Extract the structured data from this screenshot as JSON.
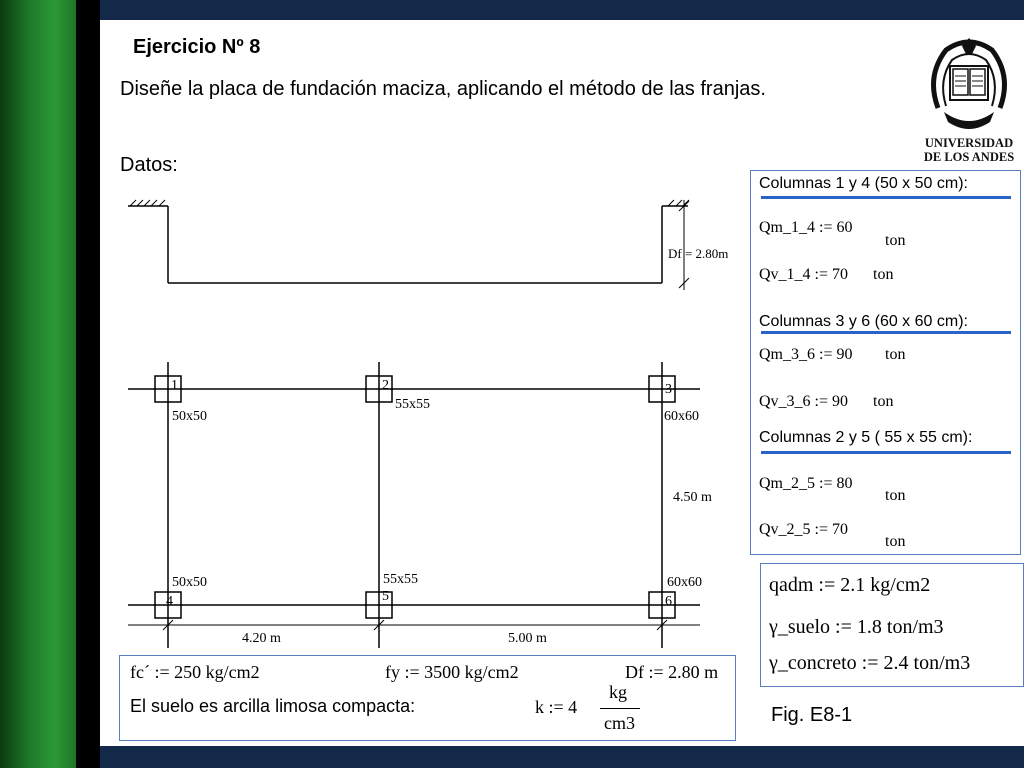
{
  "slide": {
    "title": "Ejercicio Nº 8",
    "description": "Diseñe la placa de fundación maciza, aplicando el método de las franjas.",
    "datos_label": "Datos:",
    "figure_caption": "Fig. E8-1"
  },
  "logo": {
    "line1": "UNIVERSIDAD",
    "line2": "DE LOS ANDES"
  },
  "section": {
    "df_label": "Df = 2.80m"
  },
  "plan": {
    "columns": [
      {
        "number": "1",
        "size": "50x50"
      },
      {
        "number": "2",
        "size": "55x55"
      },
      {
        "number": "3",
        "size": "60x60"
      },
      {
        "number": "4",
        "size": "50x50"
      },
      {
        "number": "5",
        "size": "55x55"
      },
      {
        "number": "6",
        "size": "60x60"
      }
    ],
    "dim_vertical": "4.50 m",
    "dim_left": "4.20 m",
    "dim_right": "5.00 m"
  },
  "column_loads": {
    "group1": {
      "heading": "Columnas 1 y 4  (50 x 50 cm):",
      "qm": "Qm_1_4 := 60",
      "qm_unit": "ton",
      "qv": "Qv_1_4 := 70",
      "qv_unit": "ton"
    },
    "group2": {
      "heading": "Columnas 3 y 6  (60 x 60 cm):",
      "qm": "Qm_3_6 := 90",
      "qm_unit": "ton",
      "qv": "Qv_3_6 := 90",
      "qv_unit": "ton"
    },
    "group3": {
      "heading": "Columnas 2 y 5 ( 55 x 55 cm):",
      "qm": "Qm_2_5 := 80",
      "qm_unit": "ton",
      "qv": "Qv_2_5 := 70",
      "qv_unit": "ton"
    }
  },
  "soil": {
    "qadm": "qadm := 2.1 kg/cm2",
    "gamma_suelo": "γ_suelo := 1.8  ton/m3",
    "gamma_concreto": "γ_concreto := 2.4   ton/m3"
  },
  "materials": {
    "fc": "fc´ := 250  kg/cm2",
    "fy": "fy := 3500 kg/cm2",
    "df": "Df := 2.80  m",
    "soil_text": "El suelo es arcilla limosa compacta:",
    "k": "k := 4",
    "k_num": "kg",
    "k_den": "cm3"
  }
}
